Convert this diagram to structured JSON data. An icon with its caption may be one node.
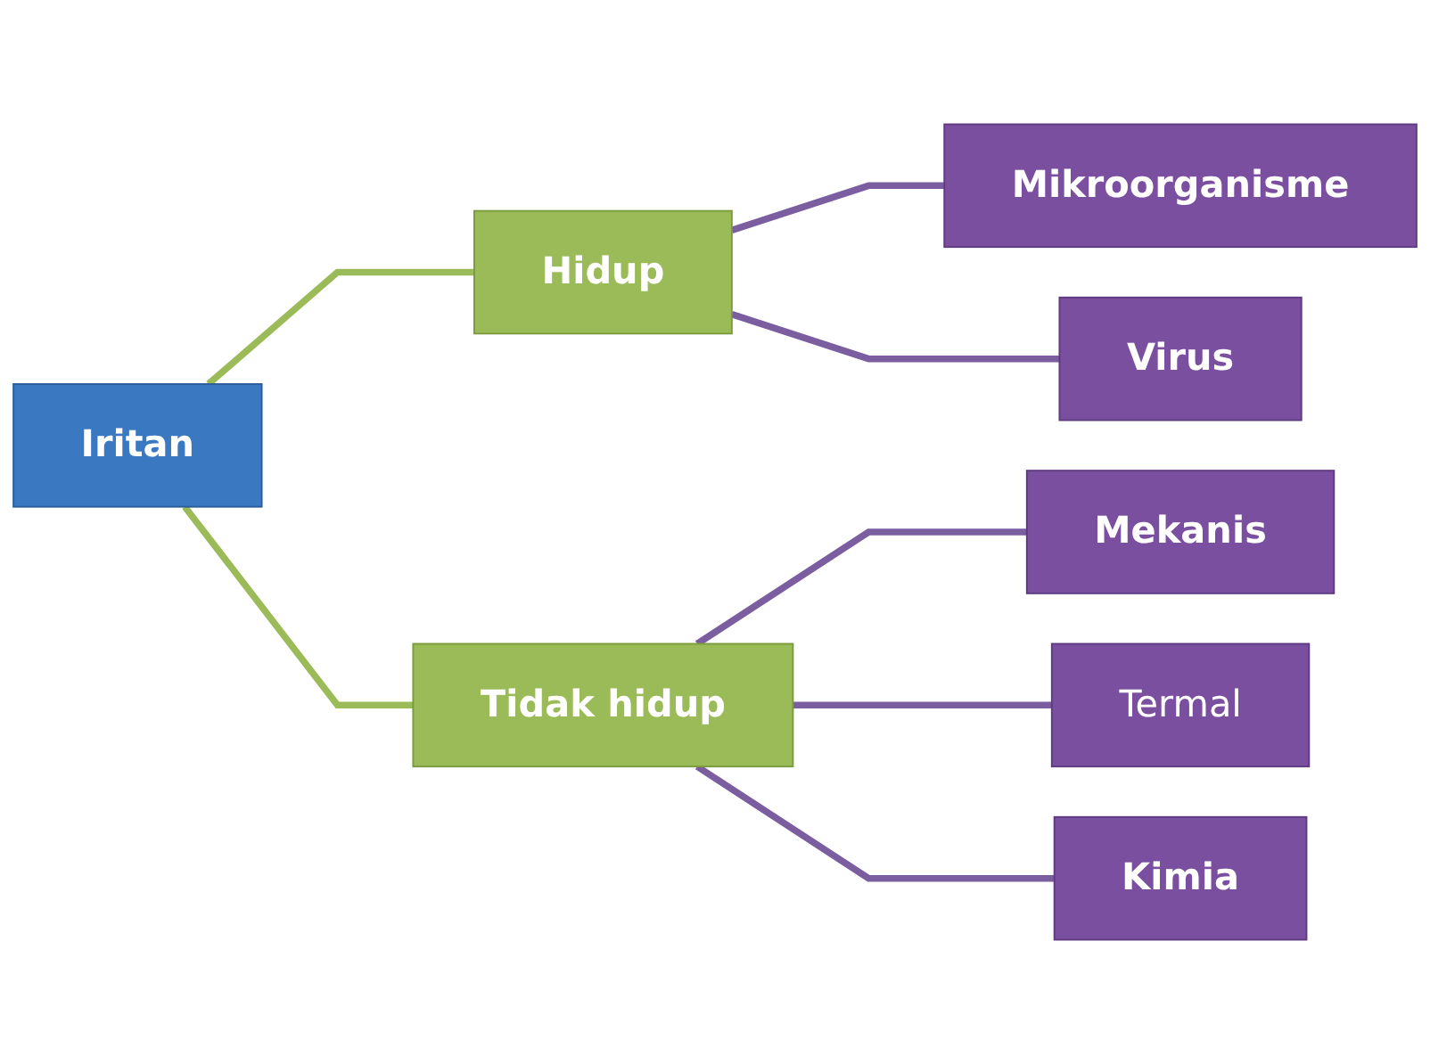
{
  "diagram": {
    "nodes": [
      {
        "text": [
          "Iritan"
        ]
      },
      {
        "text": [
          "Hidup"
        ]
      },
      {
        "text": [
          "Tidak hidup"
        ]
      },
      {
        "text": [
          "Mikroorganisme"
        ]
      },
      {
        "text": [
          "Virus"
        ]
      },
      {
        "text": [
          "Mekanis"
        ]
      },
      {
        "text": [
          "Termal"
        ]
      },
      {
        "text": [
          "Kimia"
        ]
      }
    ],
    "edges": [
      {
        "from": 0,
        "to": 1,
        "arrow": "none",
        "color": "#9bbb59"
      },
      {
        "from": 0,
        "to": 2,
        "arrow": "none",
        "color": "#9bbb59"
      },
      {
        "from": 1,
        "to": 3,
        "arrow": "none"
      },
      {
        "from": 1,
        "to": 4,
        "arrow": "none"
      },
      {
        "from": 2,
        "to": 5,
        "arrow": "none"
      },
      {
        "from": 2,
        "to": 6,
        "arrow": "none"
      },
      {
        "from": 2,
        "to": 7,
        "arrow": "none"
      }
    ]
  }
}
